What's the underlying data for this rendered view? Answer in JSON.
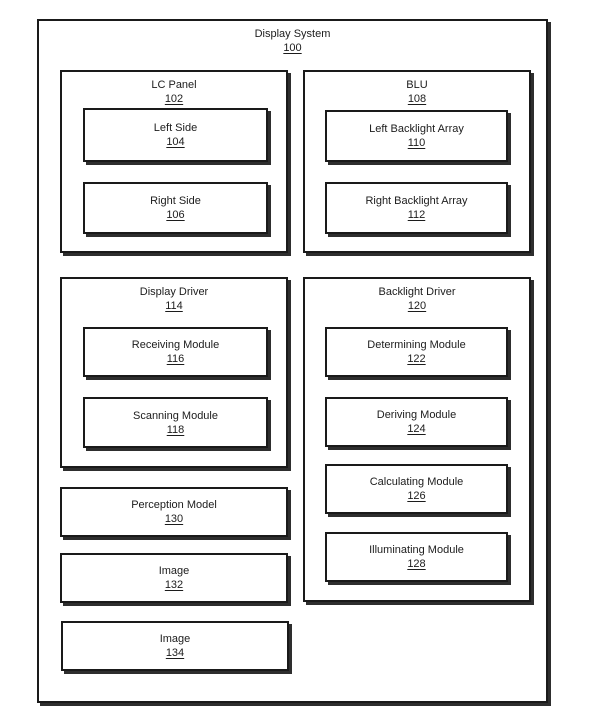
{
  "colors": {
    "background": "#ffffff",
    "border": "#1a1a1a",
    "shadow": "#2e2e2e",
    "text": "#1c1c1c"
  },
  "diagram": {
    "display_system": {
      "label": "Display System",
      "ref": "100"
    },
    "lc_panel": {
      "label": "LC Panel",
      "ref": "102"
    },
    "left_side": {
      "label": "Left Side",
      "ref": "104"
    },
    "right_side": {
      "label": "Right Side",
      "ref": "106"
    },
    "blu": {
      "label": "BLU",
      "ref": "108"
    },
    "left_backlight_array": {
      "label": "Left Backlight Array",
      "ref": "110"
    },
    "right_backlight_array": {
      "label": "Right Backlight Array",
      "ref": "112"
    },
    "display_driver": {
      "label": "Display Driver",
      "ref": "114"
    },
    "receiving_module": {
      "label": "Receiving Module",
      "ref": "116"
    },
    "scanning_module": {
      "label": "Scanning Module",
      "ref": "118"
    },
    "backlight_driver": {
      "label": "Backlight Driver",
      "ref": "120"
    },
    "determining_module": {
      "label": "Determining Module",
      "ref": "122"
    },
    "deriving_module": {
      "label": "Deriving Module",
      "ref": "124"
    },
    "calculating_module": {
      "label": "Calculating Module",
      "ref": "126"
    },
    "illuminating_module": {
      "label": "Illuminating Module",
      "ref": "128"
    },
    "perception_model": {
      "label": "Perception Model",
      "ref": "130"
    },
    "image_132": {
      "label": "Image",
      "ref": "132"
    },
    "image_134": {
      "label": "Image",
      "ref": "134"
    }
  }
}
